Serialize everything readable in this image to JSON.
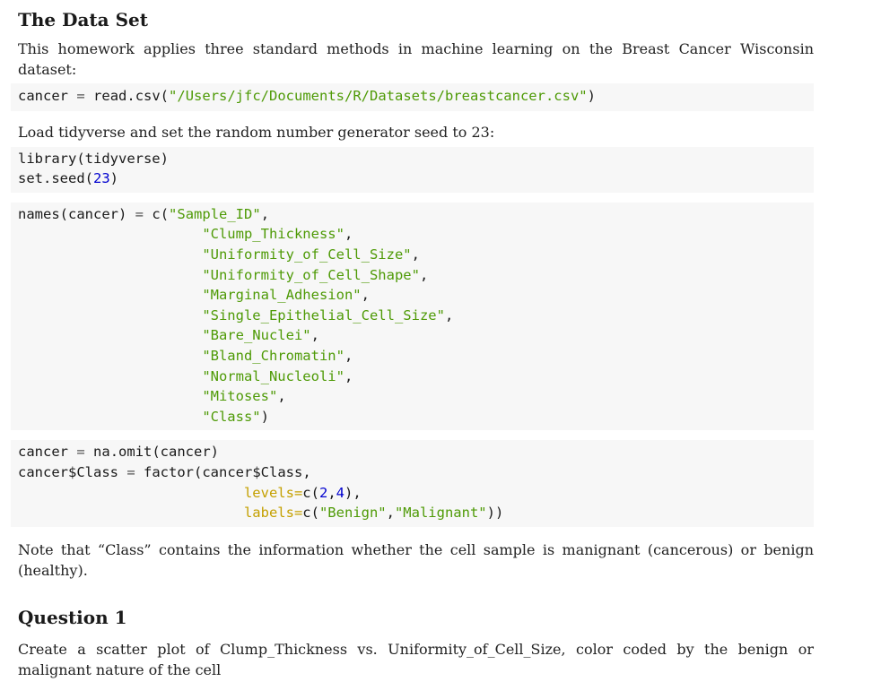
{
  "section1": {
    "heading": "The Data Set",
    "intro": "This homework applies three standard methods in machine learning on the Breast Cancer Wisconsin dataset:",
    "code_read": {
      "lhs": "cancer",
      "op": "=",
      "fn": "read.csv(",
      "path": "\"/Users/jfc/Documents/R/Datasets/breastcancer.csv\"",
      "close": ")"
    },
    "load_text": "Load tidyverse and set the random number generator seed to 23:",
    "code_lib": {
      "line1": "library(tidyverse)",
      "seed_fn": "set.seed(",
      "seed_val": "23",
      "seed_close": ")"
    },
    "code_names": {
      "prefix": "names(cancer)",
      "op": "=",
      "fn": "c(",
      "indent": "                      ",
      "columns": [
        "\"Sample_ID\"",
        "\"Clump_Thickness\"",
        "\"Uniformity_of_Cell_Size\"",
        "\"Uniformity_of_Cell_Shape\"",
        "\"Marginal_Adhesion\"",
        "\"Single_Epithelial_Cell_Size\"",
        "\"Bare_Nuclei\"",
        "\"Bland_Chromatin\"",
        "\"Normal_Nucleoli\"",
        "\"Mitoses\"",
        "\"Class\""
      ],
      "sep": ",",
      "close": ")"
    },
    "code_factor": {
      "l1_lhs": "cancer",
      "l1_op": "=",
      "l1_rhs": "na.omit(cancer)",
      "l2_lhs": "cancer$Class",
      "l2_op": "=",
      "l2_rhs": "factor(cancer$Class,",
      "indent": "                           ",
      "levels_arg": "levels=",
      "levels_fn": "c(",
      "levels_v1": "2",
      "levels_sep": ",",
      "levels_v2": "4",
      "levels_close": "),",
      "labels_arg": "labels=",
      "labels_fn": "c(",
      "labels_v1": "\"Benign\"",
      "labels_sep": ",",
      "labels_v2": "\"Malignant\"",
      "labels_close": "))"
    },
    "note": "Note that “Class” contains the information whether the cell sample is manignant (cancerous) or benign (healthy)."
  },
  "question1": {
    "heading": "Question 1",
    "text": "Create a scatter plot of Clump_Thickness vs. Uniformity_of_Cell_Size, color coded by the benign or malignant nature of the cell"
  }
}
